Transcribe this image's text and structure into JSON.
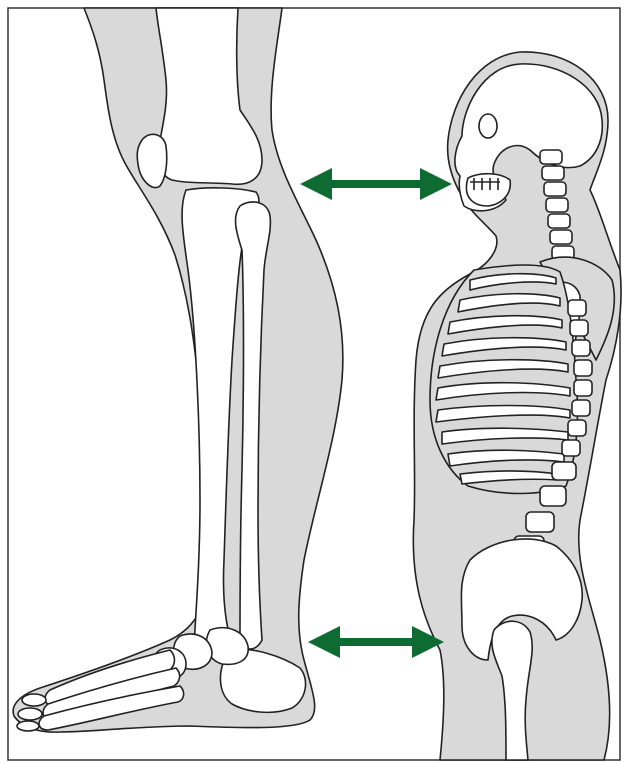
{
  "figure": {
    "background": "#ffffff",
    "frame_color": "#333333",
    "soft_tissue_color": "#d9d9d9",
    "bone_fill": "#ffffff",
    "outline_color": "#222222",
    "arrow_color": "#0e6b32",
    "panels": [
      {
        "name": "lower-leg-and-foot",
        "view": "lateral"
      },
      {
        "name": "upper-body-skeleton",
        "view": "lateral"
      }
    ],
    "arrows": [
      {
        "name": "arrow-upper",
        "icon": "double-headed-arrow-icon"
      },
      {
        "name": "arrow-lower",
        "icon": "double-headed-arrow-icon"
      }
    ]
  }
}
